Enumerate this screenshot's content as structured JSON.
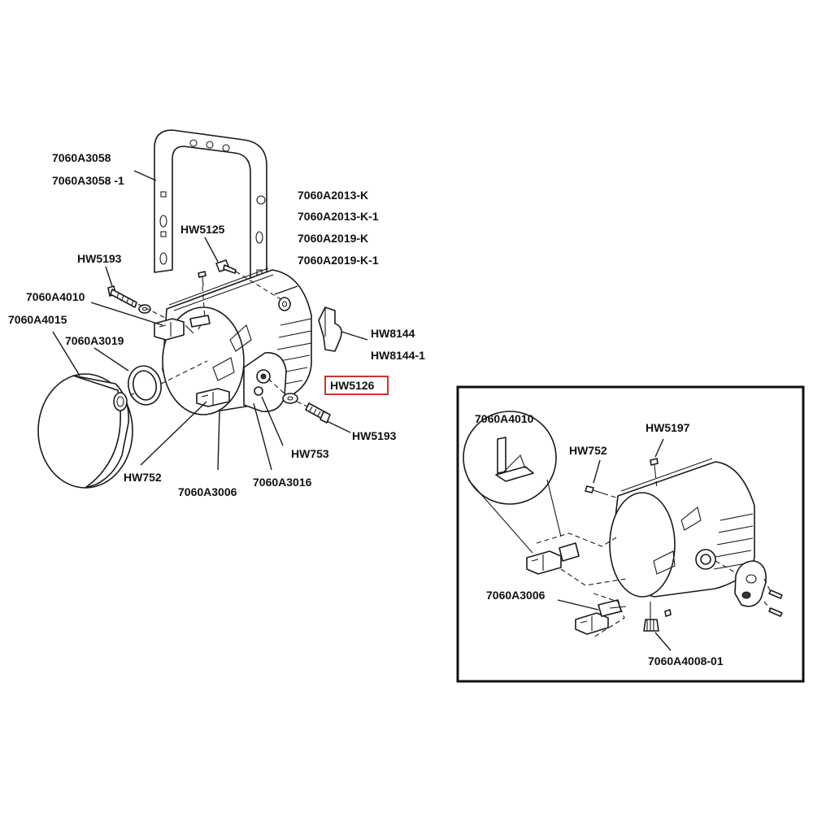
{
  "colors": {
    "line": "#1a1a1a",
    "highlight": "#d0342c",
    "background": "#ffffff"
  },
  "labels": {
    "yoke": "7060A3058",
    "yoke_alt": "7060A3058 -1",
    "body_1": "7060A2013-K",
    "body_2": "7060A2013-K-1",
    "body_3": "7060A2019-K",
    "body_4": "7060A2019-K-1",
    "hw5125": "HW5125",
    "hw5193_top": "HW5193",
    "clip_4010": "7060A4010",
    "reflector": "7060A4015",
    "ring": "7060A3019",
    "knob": "HW8144",
    "knob_alt": "HW8144-1",
    "washer_highlight": "HW5126",
    "hw5193_bottom": "HW5193",
    "hw753": "HW753",
    "hw752": "HW752",
    "clip_3006": "7060A3006",
    "plate_3016": "7060A3016"
  },
  "inset": {
    "clip_4010": "7060A4010",
    "hw752": "HW752",
    "hw5197": "HW5197",
    "clip_3006": "7060A3006",
    "thumbscrew": "7060A4008-01"
  }
}
